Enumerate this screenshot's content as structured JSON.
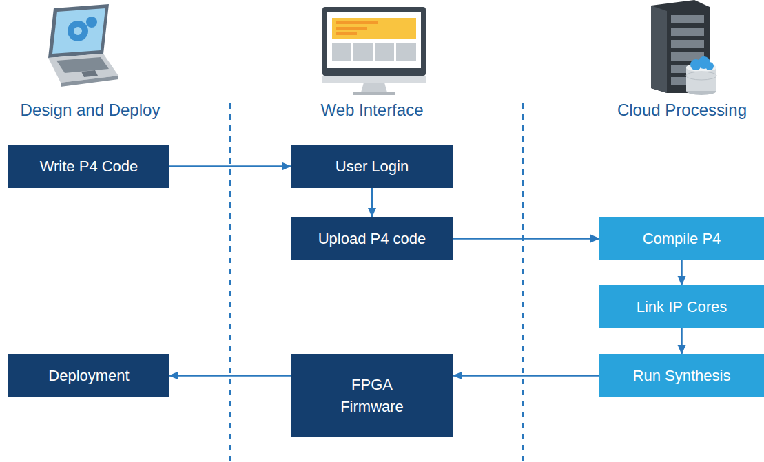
{
  "diagram": {
    "nodes": [
      {
        "text": [
          "Write P4 Code"
        ]
      },
      {
        "text": [
          "User Login"
        ]
      },
      {
        "text": [
          "Upload P4 code"
        ]
      },
      {
        "text": [
          "Compile P4"
        ]
      },
      {
        "text": [
          "Link IP Cores"
        ]
      },
      {
        "text": [
          "Deployment"
        ]
      },
      {
        "text": [
          "FPGA Firmware"
        ]
      },
      {
        "text": [
          "Run Synthesis"
        ]
      }
    ],
    "edges": [
      {
        "from": 0,
        "to": 1,
        "arrow": "to"
      },
      {
        "from": 1,
        "to": 2,
        "arrow": "to"
      },
      {
        "from": 2,
        "to": 3,
        "arrow": "to"
      },
      {
        "from": 3,
        "to": 4,
        "arrow": "to"
      },
      {
        "from": 4,
        "to": 7,
        "arrow": "to"
      },
      {
        "from": 7,
        "to": 6,
        "arrow": "to"
      },
      {
        "from": 6,
        "to": 5,
        "arrow": "to"
      }
    ],
    "labels": [
      "Design and Deploy",
      "Web Interface",
      "Cloud Processing"
    ]
  }
}
